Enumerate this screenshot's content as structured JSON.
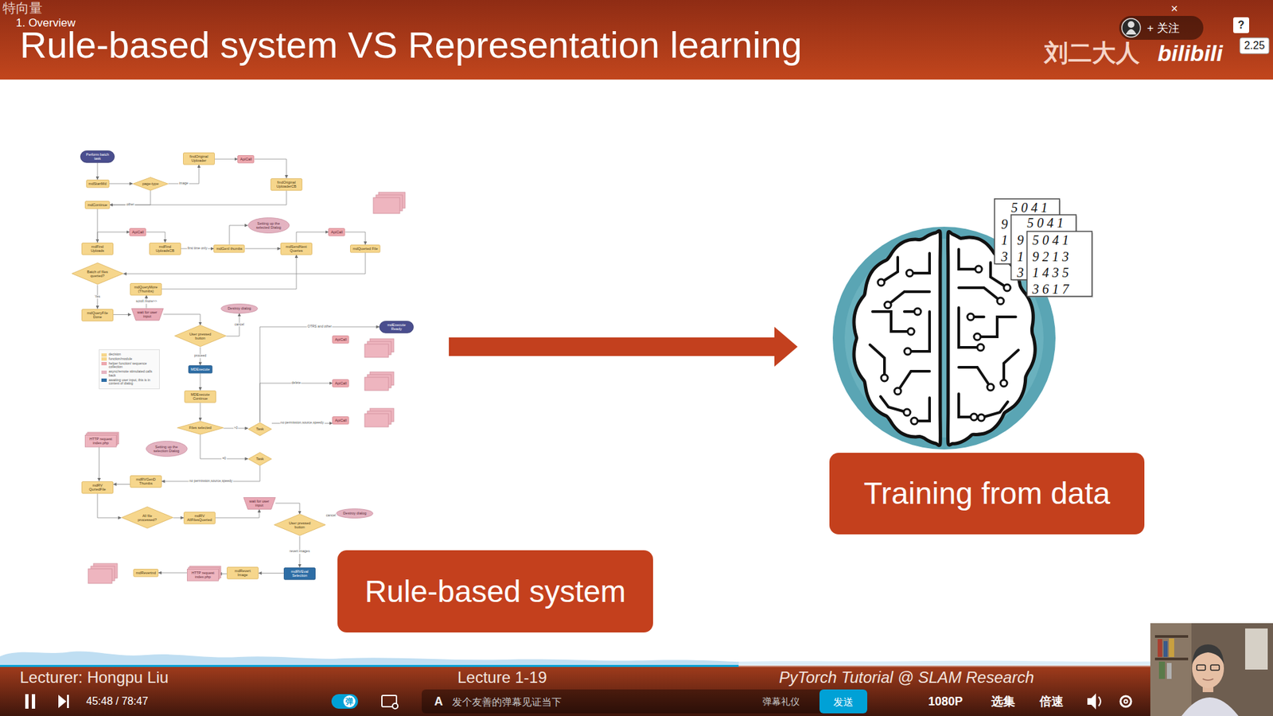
{
  "diagram": {
    "title": "Rule-based system VS Representation learning",
    "nodes": [
      {
        "text": [
          "Perform batch task"
        ]
      },
      {
        "text": [
          "mdStartMd"
        ]
      },
      {
        "text": [
          "page-type"
        ]
      },
      {
        "text": [
          "findOriginal Uploader"
        ]
      },
      {
        "text": [
          "ApiCall"
        ]
      },
      {
        "text": [
          "findOriginal UploaderCB"
        ]
      },
      {
        "text": [
          "mdContinue"
        ]
      },
      {
        "text": [
          "ApiCall"
        ]
      },
      {
        "text": [
          "mdFind Uploads"
        ]
      },
      {
        "text": [
          "mdFind UploadsCB"
        ]
      },
      {
        "text": [
          "mdGenI thumbs"
        ]
      },
      {
        "text": [
          "Setting up the selected Dialog"
        ]
      },
      {
        "text": [
          "mdSendNext Queries"
        ]
      },
      {
        "text": [
          "ApiCall"
        ]
      },
      {
        "text": [
          "mdQueried File"
        ]
      },
      {
        "text": [
          "Batch of files queried?"
        ]
      },
      {
        "text": [
          "mdQueryMore (Thumbs)"
        ]
      },
      {
        "text": [
          "mdQueryFile Done"
        ]
      },
      {
        "text": [
          "wait for user input"
        ]
      },
      {
        "text": [
          "Destroy dialog"
        ]
      },
      {
        "text": [
          "User pressed button"
        ]
      },
      {
        "text": [
          "mdExecute Ready"
        ]
      },
      {
        "text": [
          "ApiCall"
        ]
      },
      {
        "text": [
          "MDExecute"
        ]
      },
      {
        "text": [
          "ApiCall"
        ]
      },
      {
        "text": [
          "MDExecute Continue"
        ]
      },
      {
        "text": [
          "ApiCall"
        ]
      },
      {
        "text": [
          "Files selected"
        ]
      },
      {
        "text": [
          "Task"
        ]
      },
      {
        "text": [
          "HTTP request index.php"
        ]
      },
      {
        "text": [
          "Setting up the selection Dialog"
        ]
      },
      {
        "text": [
          "Task"
        ]
      },
      {
        "text": [
          "mdRVGenD Thumbs"
        ]
      },
      {
        "text": [
          "mdRV QuriedFile"
        ]
      },
      {
        "text": [
          "wait for user input"
        ]
      },
      {
        "text": [
          "Destroy dialog"
        ]
      },
      {
        "text": [
          "All file processed?"
        ]
      },
      {
        "text": [
          "mdRV AllFilesQueried"
        ]
      },
      {
        "text": [
          "User pressed button"
        ]
      },
      {
        "text": [
          "mdRevertnd"
        ]
      },
      {
        "text": [
          "HTTP request index.php"
        ]
      },
      {
        "text": [
          "mdRevert Image"
        ]
      },
      {
        "text": [
          "mdRVEval Selection"
        ]
      },
      {
        "text": [
          "Rule-based system"
        ]
      },
      {
        "text": [
          "Training from data"
        ]
      }
    ],
    "edges": [
      {
        "from": 0,
        "to": 1,
        "arrow": "to"
      },
      {
        "from": 1,
        "to": 2,
        "arrow": "to"
      },
      {
        "from": 2,
        "to": 3,
        "label": "image",
        "arrow": "to"
      },
      {
        "from": 3,
        "to": 4,
        "arrow": "to"
      },
      {
        "from": 4,
        "to": 5,
        "arrow": "to"
      },
      {
        "from": 2,
        "to": 6,
        "label": "other",
        "arrow": "to"
      },
      {
        "from": 5,
        "to": 6,
        "arrow": "to"
      },
      {
        "from": 6,
        "to": 8,
        "arrow": "to"
      },
      {
        "from": 8,
        "to": 7,
        "arrow": "to"
      },
      {
        "from": 7,
        "to": 9,
        "arrow": "to"
      },
      {
        "from": 9,
        "to": 10,
        "label": "first time only",
        "arrow": "to"
      },
      {
        "from": 10,
        "to": 11,
        "arrow": "to"
      },
      {
        "from": 10,
        "to": 12,
        "arrow": "to"
      },
      {
        "from": 12,
        "to": 13,
        "arrow": "to"
      },
      {
        "from": 13,
        "to": 14,
        "arrow": "to"
      },
      {
        "from": 14,
        "to": 15,
        "arrow": "to"
      },
      {
        "from": 15,
        "to": 17,
        "label": "Yes",
        "arrow": "to"
      },
      {
        "from": 16,
        "to": 12,
        "arrow": "to"
      },
      {
        "from": 17,
        "to": 18,
        "arrow": "to"
      },
      {
        "from": 18,
        "to": 16,
        "label": "scroll /more>>",
        "arrow": "to"
      },
      {
        "from": 18,
        "to": 20,
        "arrow": "to"
      },
      {
        "from": 20,
        "to": 19,
        "label": "cancel",
        "arrow": "to"
      },
      {
        "from": 20,
        "to": 23,
        "label": "proceed",
        "arrow": "to"
      },
      {
        "from": 23,
        "to": 25,
        "arrow": "to"
      },
      {
        "from": 25,
        "to": 27,
        "arrow": "to"
      },
      {
        "from": 27,
        "to": 28,
        "label": ">0",
        "arrow": "to"
      },
      {
        "from": 27,
        "to": 31,
        "label": "=0",
        "arrow": "to"
      },
      {
        "from": 28,
        "to": 21,
        "label": "OTRS and other",
        "arrow": "to"
      },
      {
        "from": 28,
        "to": 24,
        "label": "delete",
        "arrow": "to"
      },
      {
        "from": 28,
        "to": 26,
        "label": "no permission,source,speedy",
        "arrow": "to"
      },
      {
        "from": 31,
        "to": 32,
        "label": "no permission,source,speedy",
        "arrow": "to"
      },
      {
        "from": 32,
        "to": 33,
        "arrow": "to"
      },
      {
        "from": 29,
        "to": 33,
        "arrow": "to"
      },
      {
        "from": 33,
        "to": 36,
        "arrow": "to"
      },
      {
        "from": 36,
        "to": 37,
        "arrow": "to"
      },
      {
        "from": 37,
        "to": 34,
        "arrow": "to"
      },
      {
        "from": 34,
        "to": 38,
        "arrow": "to"
      },
      {
        "from": 38,
        "to": 35,
        "label": "cancel",
        "arrow": "to"
      },
      {
        "from": 38,
        "to": 42,
        "label": "revert images",
        "arrow": "to"
      },
      {
        "from": 42,
        "to": 41,
        "arrow": "to"
      },
      {
        "from": 41,
        "to": 40,
        "arrow": "to"
      },
      {
        "from": 40,
        "to": 39,
        "arrow": "to"
      }
    ],
    "labels": [
      "特向量",
      "1. Overview",
      "刘二大人",
      "bilibili",
      "+ 关注",
      "×",
      "?",
      "2.25",
      "5 0 4 1",
      "9",
      "1",
      "3",
      "5 0 4 1",
      "9",
      "1",
      "3",
      "5 0 4 1",
      "9 2 1 3",
      "1 4 3 5",
      "3 6 1 7",
      "Lecturer: Hongpu Liu",
      "Lecture 1-19",
      "PyTorch Tutorial @ SLAM Research",
      "45:48 / 78:47",
      "弹",
      "A",
      "发个友善的弹幕见证当下",
      "弹幕礼仪",
      "发送",
      "1080P",
      "选集",
      "倍速"
    ],
    "legend": [
      {
        "text": "decision",
        "color": "#f6d68c"
      },
      {
        "text": "function/module",
        "color": "#f6d68c"
      },
      {
        "text": "helper function/ sequence collection",
        "color": "#eda7ad"
      },
      {
        "text": "async/remote stimulated calls back",
        "color": "#e4b3c1"
      },
      {
        "text": "awaiting user input, this is in context of dialog",
        "color": "#2d6da5"
      }
    ]
  }
}
